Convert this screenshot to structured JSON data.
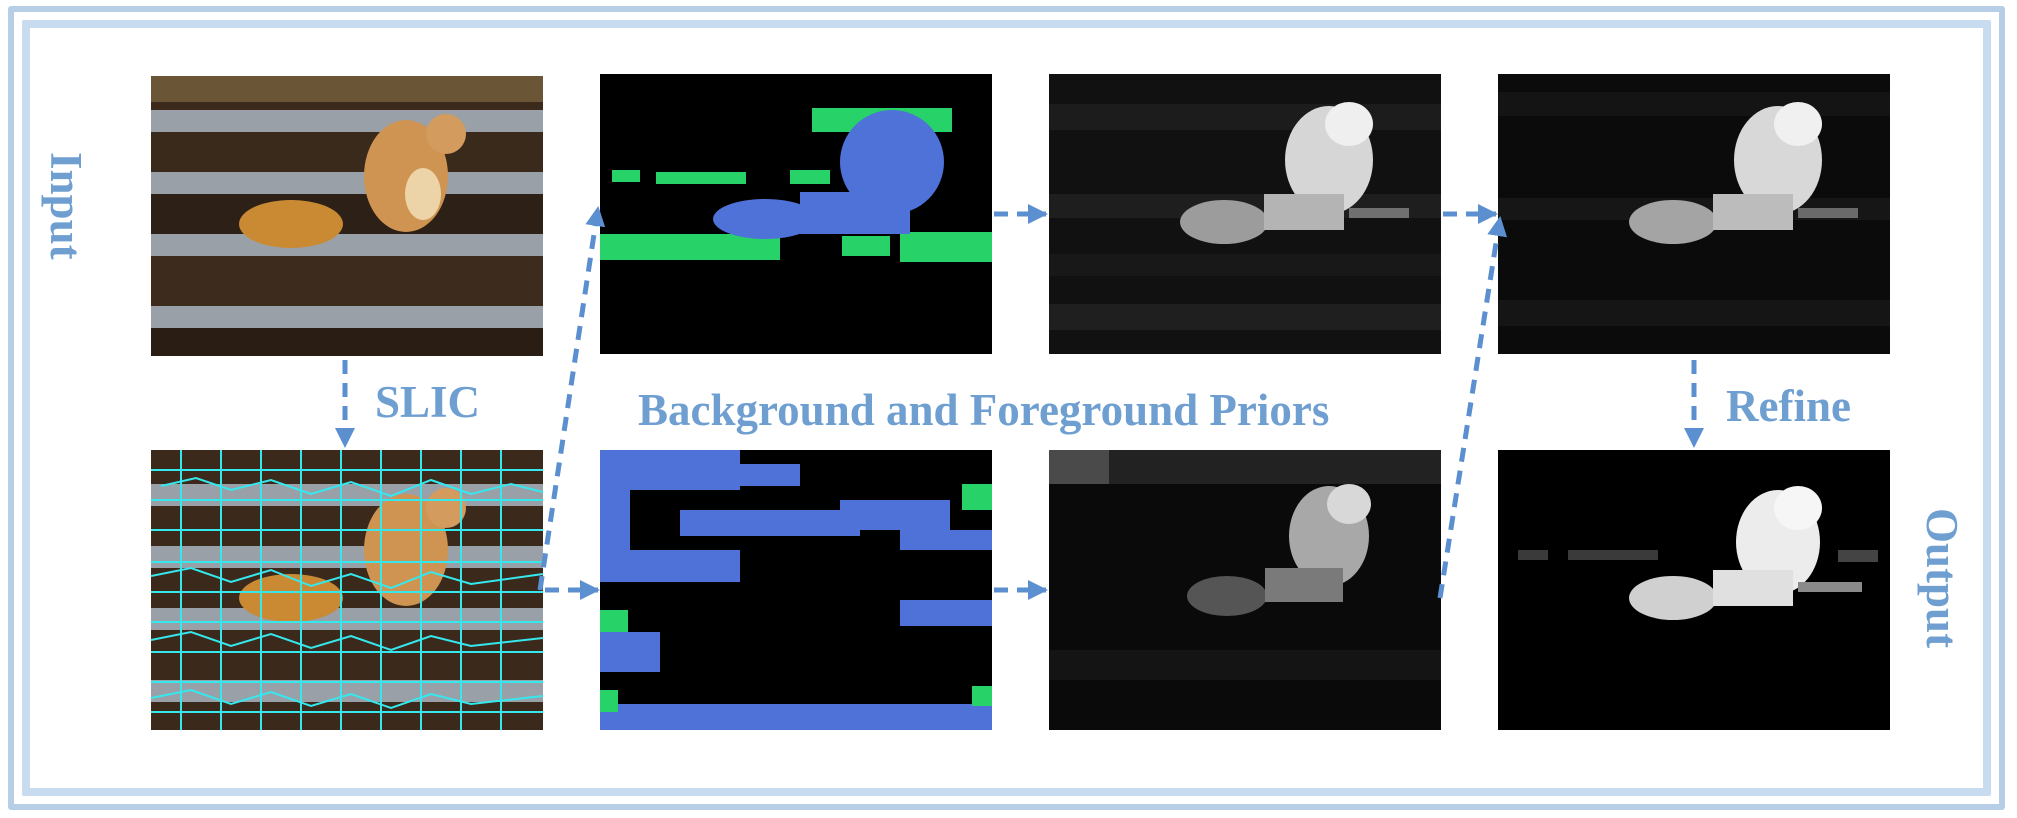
{
  "labels": {
    "input": "Input",
    "slic": "SLIC",
    "priors": "Background and Foreground Priors",
    "refine": "Refine",
    "output": "Output"
  },
  "colors": {
    "arrow": "#5b8fcf",
    "label": "#6f9fd0",
    "foreground_prior": "#4f72d8",
    "background_prior": "#27d368",
    "superpixel_boundary": "#35e8ee",
    "frame": "#b7cfe6"
  }
}
